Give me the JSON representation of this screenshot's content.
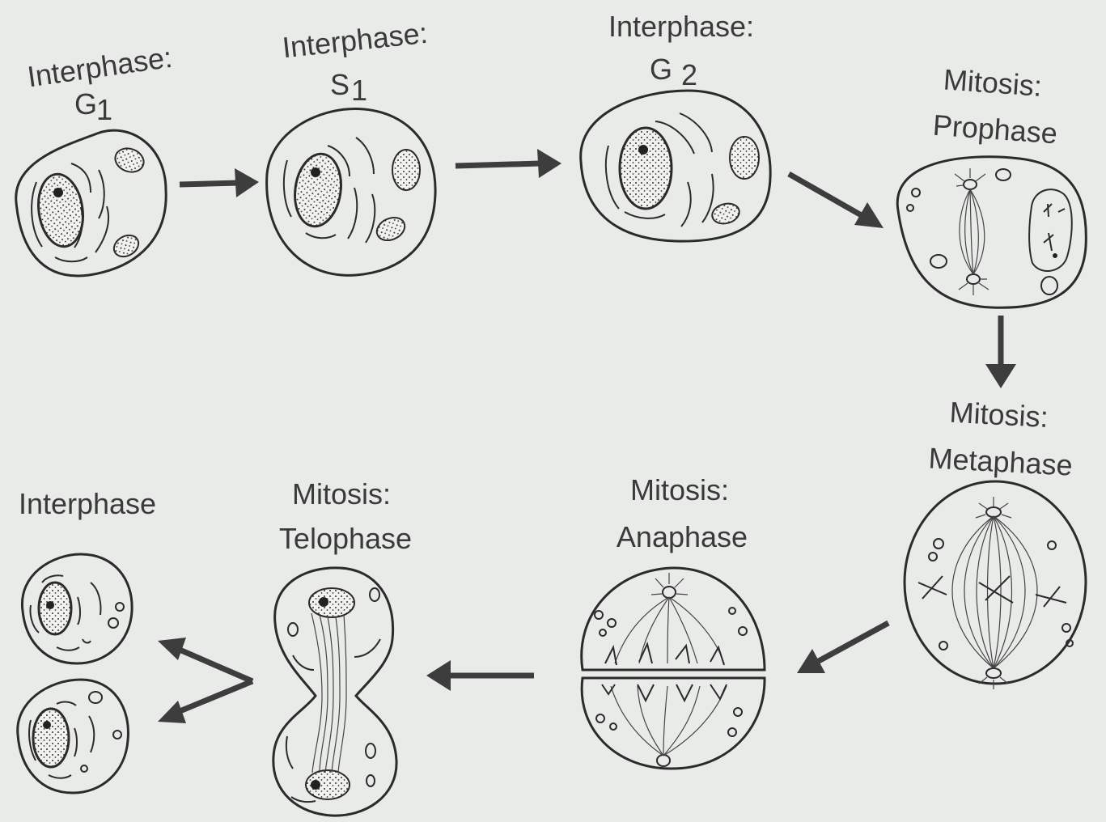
{
  "colors": {
    "background": "#e9ebe9",
    "ink": "#2b2b2b",
    "label": "#3a3a3a"
  },
  "stages": {
    "g1": {
      "line1": "Interphase:",
      "line2": "G",
      "sub": "1"
    },
    "s1": {
      "line1": "Interphase:",
      "line2": "S",
      "sub": "1"
    },
    "g2": {
      "line1": "Interphase:",
      "line2": "G",
      "sub": "2"
    },
    "prophase": {
      "line1": "Mitosis:",
      "line2": "Prophase"
    },
    "metaphase": {
      "line1": "Mitosis:",
      "line2": "Metaphase"
    },
    "anaphase": {
      "line1": "Mitosis:",
      "line2": "Anaphase"
    },
    "telophase": {
      "line1": "Mitosis:",
      "line2": "Telophase"
    },
    "interphase": {
      "line1": "Interphase"
    }
  }
}
